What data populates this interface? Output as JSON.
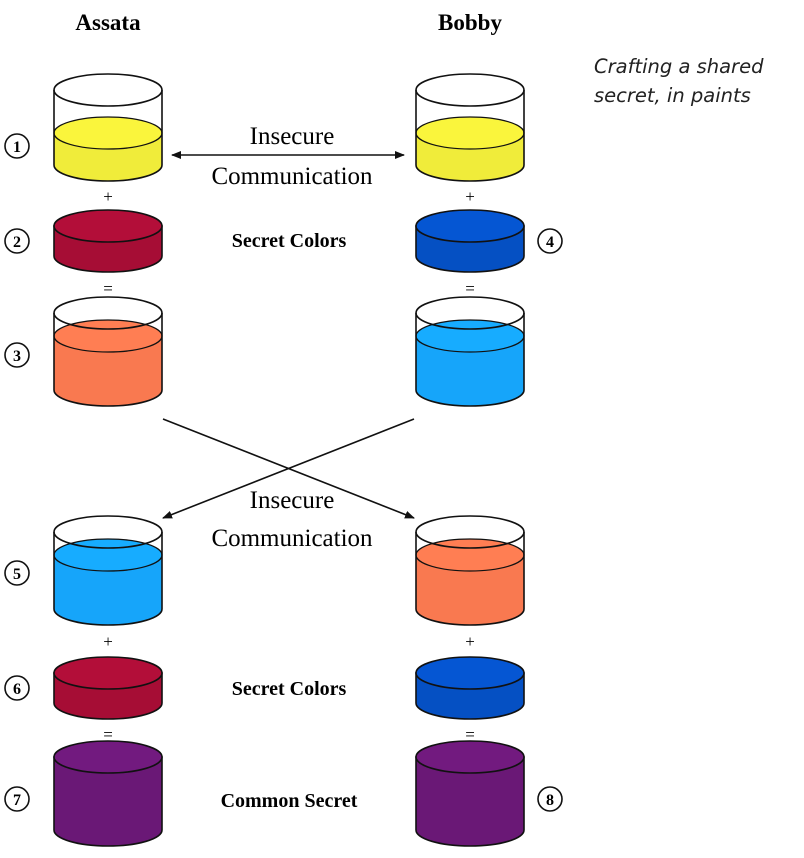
{
  "caption": {
    "line1": "Crafting a shared",
    "line2": "secret, in paints"
  },
  "people": {
    "left": "Assata",
    "right": "Bobby"
  },
  "labels": {
    "insecure_line1": "Insecure",
    "insecure_line2": "Communication",
    "secret_colors": "Secret Colors",
    "common_secret": "Common Secret",
    "plus": "+",
    "equals": "="
  },
  "steps": [
    "1",
    "2",
    "3",
    "4",
    "5",
    "6",
    "7",
    "8"
  ],
  "colors": {
    "yellow": "#f0ec3a",
    "crimson": "#a60d35",
    "blue_dark": "#0550c3",
    "orange": "#f97950",
    "sky": "#16a5fa",
    "purple": "#6a1876",
    "outline": "#111111"
  }
}
